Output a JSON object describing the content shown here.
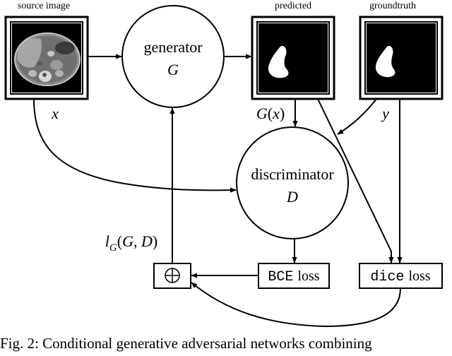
{
  "images": {
    "source_label": "source image",
    "predicted_label": "predicted",
    "groundtruth_label": "groundtruth"
  },
  "generator": {
    "name": "generator",
    "symbol": "G"
  },
  "discriminator": {
    "name": "discriminator",
    "symbol": "D"
  },
  "labels": {
    "x": "x",
    "y": "y",
    "g_of_x": "G(x)",
    "generator_loss": "l_G(G, D)"
  },
  "losses": {
    "bce_mono": "BCE",
    "bce_word": "loss",
    "dice_mono": "dice",
    "dice_word": "loss",
    "sum_symbol": "⊕"
  },
  "caption": "Fig. 2: Conditional generative adversarial networks combining"
}
